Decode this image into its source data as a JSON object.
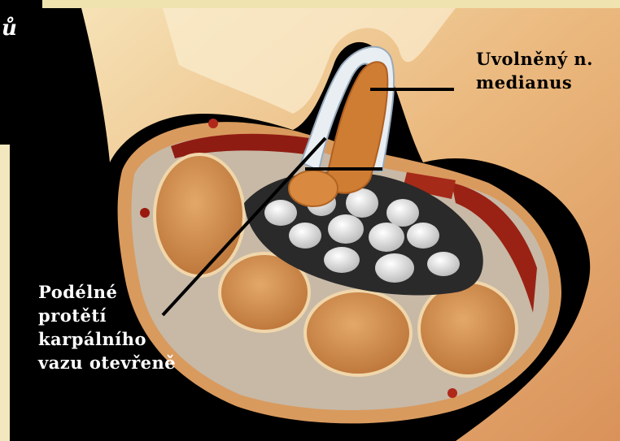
{
  "labels": {
    "top_right": [
      "Uvolněný n.",
      "medianus"
    ],
    "bottom_left": [
      "Podélné",
      "protětí",
      "karpálního",
      "vazu otevřeně"
    ],
    "corner_glyph": "ů"
  },
  "colors": {
    "background": "#000000",
    "skin": "#e8b27a",
    "bone": "#c88a4a",
    "tendon": "#e6e6e6",
    "muscle": "#8a1a10",
    "label_dark": "#000000",
    "label_light": "#ffffff"
  }
}
